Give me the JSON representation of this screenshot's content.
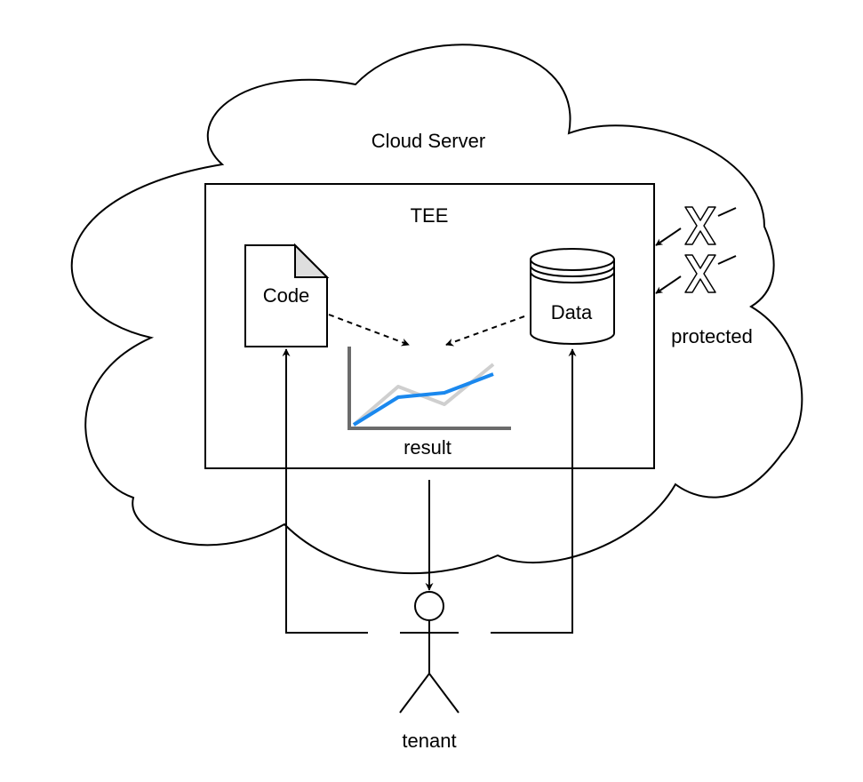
{
  "labels": {
    "cloud": "Cloud Server",
    "tee": "TEE",
    "code": "Code",
    "data": "Data",
    "result": "result",
    "protected": "protected",
    "tenant": "tenant"
  },
  "colors": {
    "line": "#000000",
    "result_primary": "#1a88ee",
    "result_secondary": "#cfcfcf",
    "axis": "#6b6b6b",
    "doc_fold": "#dedede"
  }
}
